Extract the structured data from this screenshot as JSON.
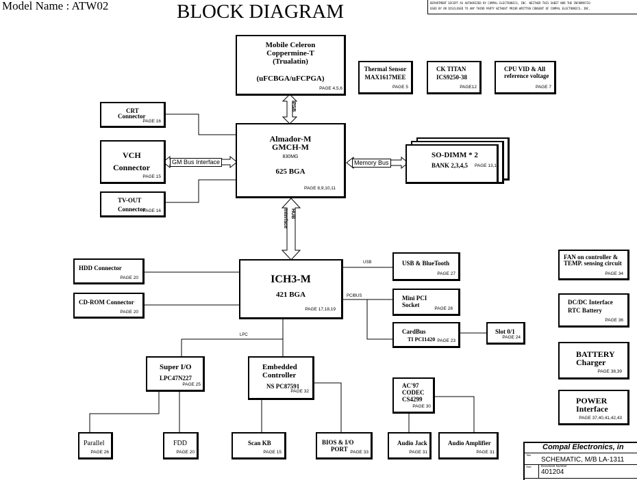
{
  "header": {
    "model": "Model Name : ATW02",
    "title": "BLOCK DIAGRAM",
    "notice_line1": "DEPARTMENT EXCEPT AS AUTHORIZED BY COMPAL ELECTRONICS, INC. NEITHER THIS SHEET NOR THE INFORMATIO",
    "notice_line2": "USED BY OR DISCLOSED TO ANY THIRD PARTY WITHOUT PRIOR WRITTEN CONSENT OF COMPAL ELECTRONICS, INC."
  },
  "cpu": {
    "l1": "Mobile Celeron",
    "l2": "Coppermine-T",
    "l3": "(Trualatin)",
    "l4": "(uFCBGA/uFCPGA)",
    "page": "PAGE 4,5,6"
  },
  "thermal": {
    "l1": "Thermal Sensor",
    "l2": "MAX1617MEE",
    "page": "PAGE 5"
  },
  "ck": {
    "l1": "CK TITAN",
    "l2": "ICS9250-38",
    "page": "PAGE12"
  },
  "cpuvid": {
    "l1": "CPU VID & All",
    "l2": "reference voltage",
    "page": "PAGE 7"
  },
  "gmch": {
    "l1": "Almador-M",
    "l2": "GMCH-M",
    "l3": "830MG",
    "l4": "625 BGA",
    "page": "PAGE 8,9,10,11"
  },
  "crt": {
    "l1": "CRT",
    "l2": "Connector",
    "page": "PAGE 16"
  },
  "vch": {
    "l1": "VCH",
    "l2": "Connector",
    "page": "PAGE 15"
  },
  "tvout": {
    "l1": "TV-OUT",
    "l2": "Connector",
    "page": "PAGE 16"
  },
  "sodimm": {
    "l1": "SO-DIMM * 2",
    "l2": "BANK 2,3,4,5",
    "page": "PAGE 13,14"
  },
  "ich": {
    "l1": "ICH3-M",
    "l2": "421 BGA",
    "page": "PAGE 17,18,19"
  },
  "hdd": {
    "l1": "HDD Connector",
    "page": "PAGE 20"
  },
  "cdrom": {
    "l1": "CD-ROM Connector",
    "page": "PAGE 20"
  },
  "usb": {
    "l1": "USB & BlueTooth",
    "page": "PAGE 27"
  },
  "minipci": {
    "l1": "Mini PCI",
    "l2": "Socket",
    "page": "PAGE 28"
  },
  "cardbus": {
    "l1": "CardBus",
    "l2": "TI PCI1420",
    "page": "PAGE 23"
  },
  "slot": {
    "l1": "Slot 0/1",
    "page": "PAGE 24"
  },
  "superio": {
    "l1": "Super I/O",
    "l2": "LPC47N227",
    "page": "PAGE 25"
  },
  "ec": {
    "l1": "Embedded",
    "l2": "Controller",
    "l3": "NS PC87591",
    "page": "PAGE 32"
  },
  "ac97": {
    "l1": "AC'97",
    "l2": "CODEC",
    "l3": "CS4299",
    "page": "PAGE 30"
  },
  "parallel": {
    "l1": "Parallel",
    "page": "PAGE 26"
  },
  "fdd": {
    "l1": "FDD",
    "page": "PAGE 20"
  },
  "scankb": {
    "l1": "Scan KB",
    "page": "PAGE 15"
  },
  "bios": {
    "l1": "BIOS & I/O",
    "l2": "PORT",
    "page": "PAGE 33"
  },
  "audiojack": {
    "l1": "Audio Jack",
    "page": "PAGE 31"
  },
  "audioamp": {
    "l1": "Audio Amplifier",
    "page": "PAGE 31"
  },
  "fan": {
    "l1": "FAN on controller &",
    "l2": "TEMP. sensing circuit",
    "page": "PAGE 34"
  },
  "dcdc": {
    "l1": "DC/DC Interface",
    "l2": "RTC Battery",
    "page": "PAGE 36"
  },
  "battery": {
    "l1": "BATTERY",
    "l2": "Charger",
    "page": "PAGE 38,39"
  },
  "power": {
    "l1": "POWER",
    "l2": "Interface",
    "page": "PAGE 37,40,41,42,43"
  },
  "buses": {
    "psb": "PSB",
    "hub1": "HUB",
    "hub2": "Interface",
    "gm": "GM Bus Interface",
    "mem": "Memory Bus",
    "usb": "USB",
    "pci": "PCIBUS",
    "lpc": "LPC"
  },
  "titleblock": {
    "company": "Compal Electronics, in",
    "title_lbl": "Title",
    "title": "SCHEMATIC, M/B LA-1311",
    "size_lbl": "Size",
    "docnum_lbl": "Document Number",
    "docnum": "401204"
  }
}
